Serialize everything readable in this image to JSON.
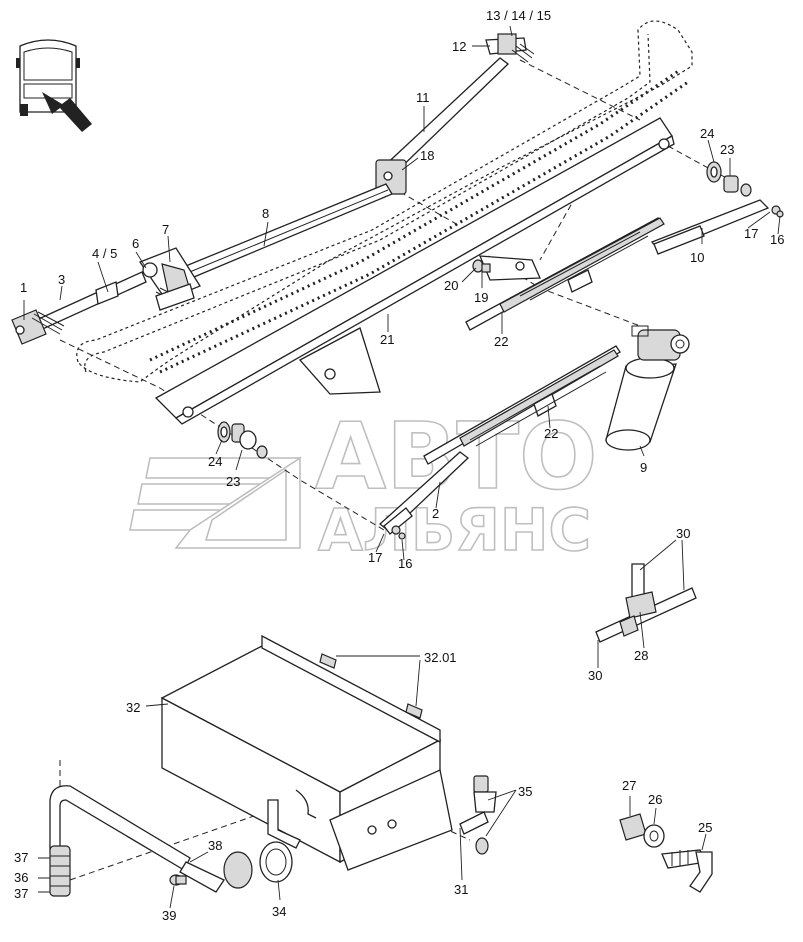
{
  "watermark": {
    "line1": "АВТО",
    "line2": "АЛЬЯНС"
  },
  "callouts": {
    "c1": "1",
    "c2": "2",
    "c3": "3",
    "c45": "4 / 5",
    "c6": "6",
    "c7": "7",
    "c8": "8",
    "c9": "9",
    "c10": "10",
    "c11": "11",
    "c12": "12",
    "c131415": "13 / 14 / 15",
    "c16a": "16",
    "c16b": "16",
    "c17a": "17",
    "c17b": "17",
    "c18": "18",
    "c19": "19",
    "c20": "20",
    "c21": "21",
    "c22a": "22",
    "c22b": "22",
    "c23a": "23",
    "c23b": "23",
    "c24a": "24",
    "c24b": "24",
    "c25": "25",
    "c26": "26",
    "c27": "27",
    "c28": "28",
    "c30a": "30",
    "c30b": "30",
    "c31": "31",
    "c32": "32",
    "c3201": "32.01",
    "c34": "34",
    "c35": "35",
    "c36": "36",
    "c37a": "37",
    "c37b": "37",
    "c38": "38",
    "c39": "39"
  }
}
